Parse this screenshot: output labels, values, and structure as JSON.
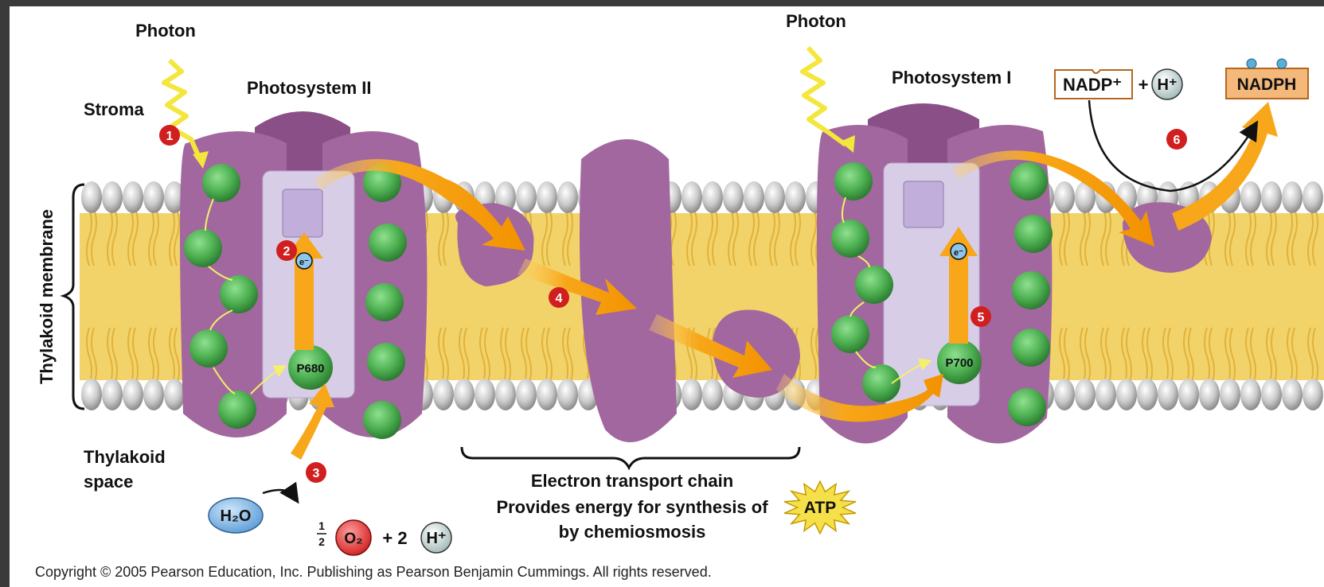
{
  "labels": {
    "photon_left": "Photon",
    "photon_right": "Photon",
    "stroma": "Stroma",
    "photosystem_ii": "Photosystem II",
    "photosystem_i": "Photosystem I",
    "thylakoid_membrane": "Thylakoid membrane",
    "thylakoid_space_line1": "Thylakoid",
    "thylakoid_space_line2": "space",
    "etc": "Electron transport chain",
    "energy_line1": "Provides energy for synthesis of",
    "energy_line2": "by chemiosmosis",
    "atp": "ATP",
    "p680": "P680",
    "p700": "P700",
    "electron": "e⁻",
    "nadp": "NADP⁺",
    "plus": "+",
    "h_plus": "H⁺",
    "nadph": "NADPH",
    "water": "H₂O",
    "half_num": "1",
    "half_den": "2",
    "oxygen": "O₂",
    "two_h_prefix": "+ 2",
    "copyright": "Copyright © 2005 Pearson Education, Inc. Publishing as Pearson Benjamin Cummings. All rights reserved."
  },
  "steps": [
    "1",
    "2",
    "3",
    "4",
    "5",
    "6"
  ],
  "colors": {
    "membrane_core": "#f2d36a",
    "lipid_head": "#c9c9c9",
    "protein": "#a2679e",
    "protein_dark": "#8a4f87",
    "reaction_center": "#d8cde6",
    "pigment": "#4caf50",
    "arrow": "#f7a719",
    "step_badge": "#d11f1f",
    "photon": "#f4e63c"
  }
}
